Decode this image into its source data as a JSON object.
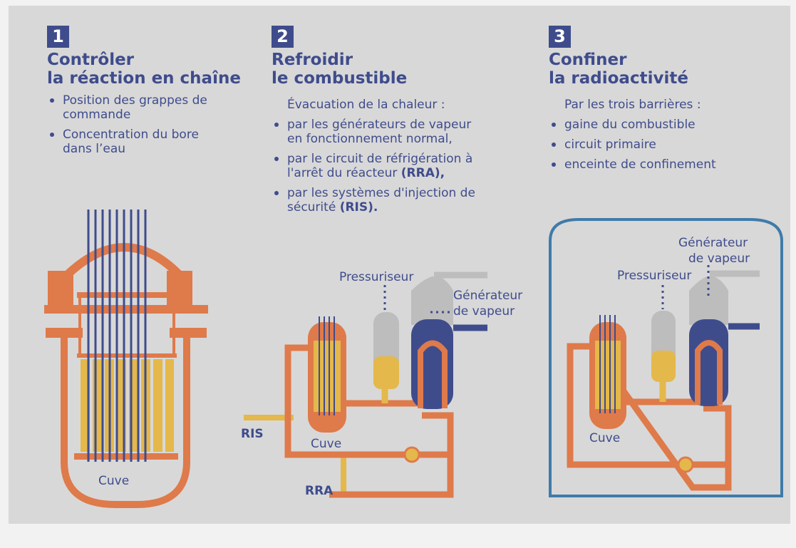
{
  "colors": {
    "background": "#d8d8d8",
    "blue": "#3f4c8c",
    "orange": "#df7a4a",
    "yellow": "#e4b84a",
    "gray": "#bdbdbd",
    "containment": "#3f7ba8"
  },
  "sections": [
    {
      "number": "1",
      "title_line1": "Contrôler",
      "title_line2": "la réaction en chaîne",
      "bullets": [
        "Position des grappes de commande",
        "Concentration du bore dans l’eau"
      ],
      "labels": {
        "cuve": "Cuve"
      }
    },
    {
      "number": "2",
      "title_line1": "Refroidir",
      "title_line2": "le combustible",
      "intro": "Évacuation de la chaleur :",
      "bullets": [
        {
          "text": "par les générateurs de vapeur  en fonctionnement normal,",
          "bold": ""
        },
        {
          "text": "par le circuit de réfrigération à l'arrêt du réacteur ",
          "bold": "(RRA),"
        },
        {
          "text": "par les systèmes d'injection de sécurité ",
          "bold": "(RIS)."
        }
      ],
      "labels": {
        "pressuriseur": "Pressuriseur",
        "generateur_line1": "Générateur",
        "generateur_line2": "de vapeur",
        "cuve": "Cuve",
        "ris": "RIS",
        "rra": "RRA"
      }
    },
    {
      "number": "3",
      "title_line1": "Confiner",
      "title_line2": "la radioactivité",
      "intro": "Par les trois barrières :",
      "bullets": [
        "gaine du combustible",
        "circuit primaire",
        "enceinte de confinement"
      ],
      "labels": {
        "generateur_line1": "Générateur",
        "generateur_line2": "de vapeur",
        "pressuriseur": "Pressuriseur",
        "cuve": "Cuve"
      }
    }
  ]
}
